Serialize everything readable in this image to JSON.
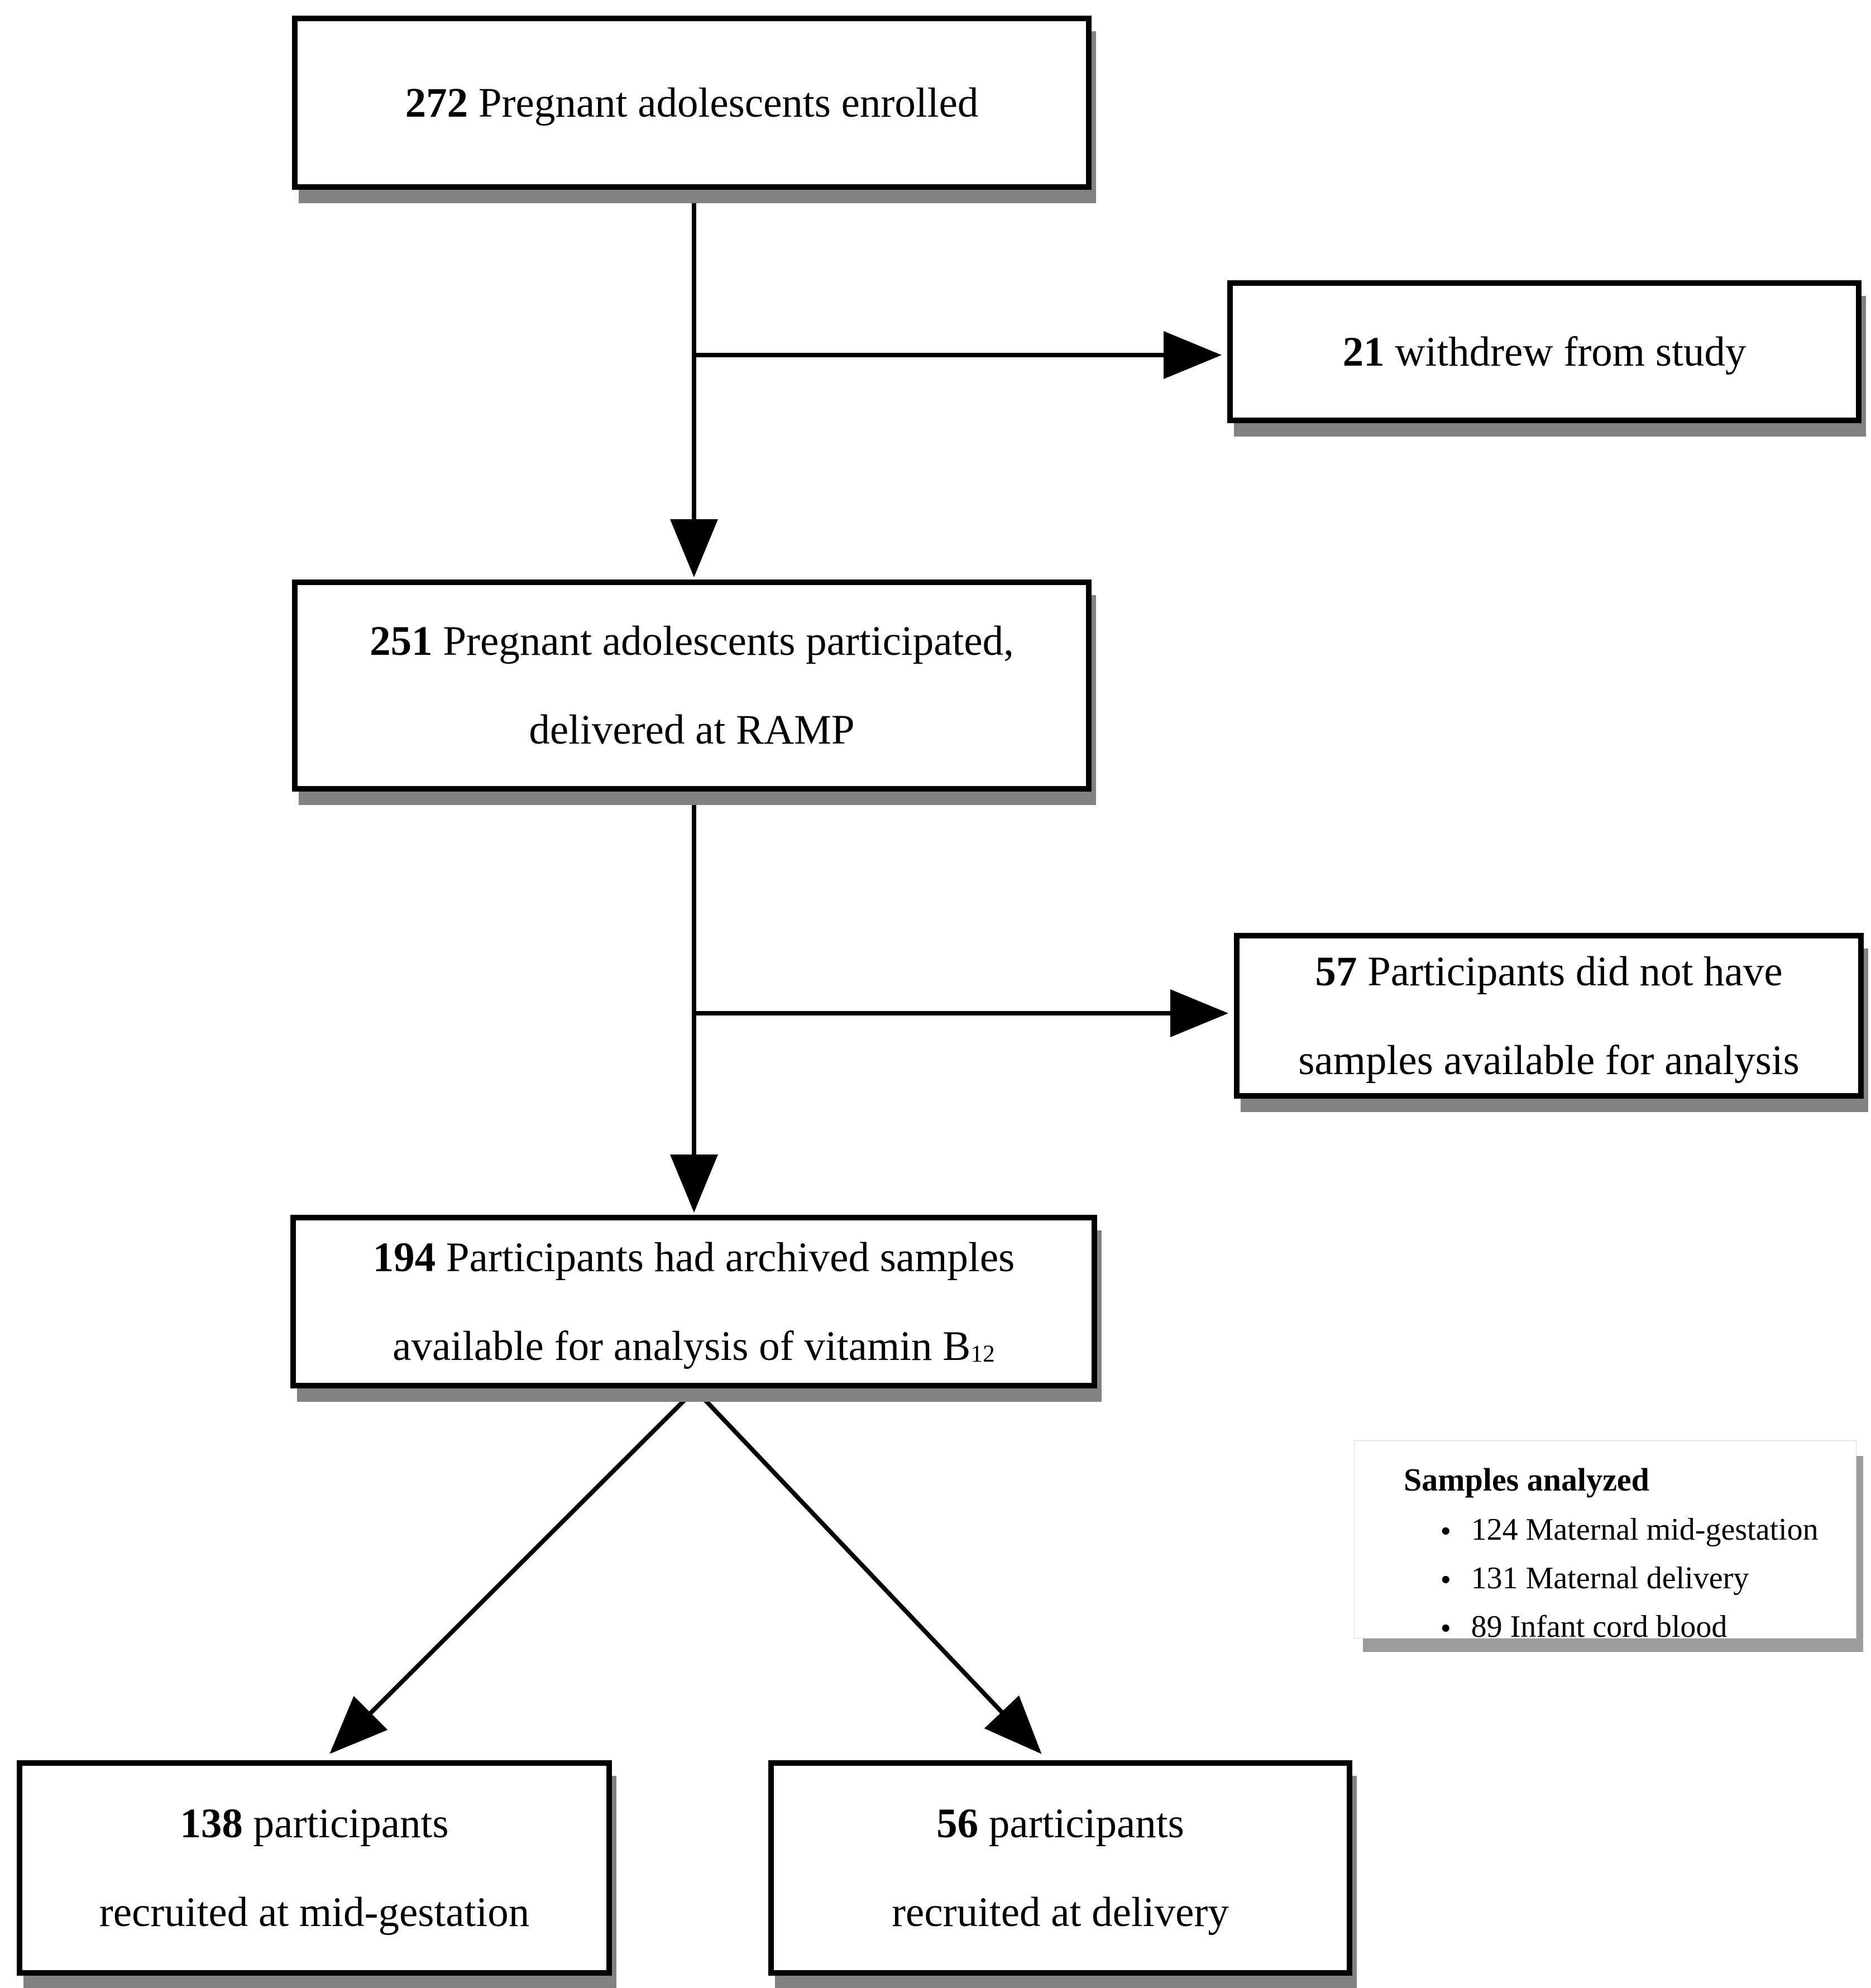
{
  "colors": {
    "background": "#ffffff",
    "box_border": "#000000",
    "line": "#000000",
    "shadow": "#828282"
  },
  "boxes": {
    "enrolled": {
      "number": "272",
      "text": "Pregnant adolescents enrolled"
    },
    "withdrew": {
      "number": "21",
      "text": "withdrew from study"
    },
    "participated": {
      "number": "251",
      "text": "Pregnant adolescents participated,",
      "line2": "delivered at RAMP"
    },
    "no_samples": {
      "number": "57",
      "text": "Participants did not have",
      "line2": "samples available for analysis"
    },
    "archived": {
      "number": "194",
      "text": "Participants had archived samples",
      "line2": "available for analysis of vitamin B",
      "sub": "12"
    },
    "mid_gestation": {
      "number": "138",
      "text": "participants",
      "line2": "recruited at mid-gestation"
    },
    "delivery": {
      "number": "56",
      "text": "participants",
      "line2": "recruited at delivery"
    }
  },
  "samples_note": {
    "title": "Samples analyzed",
    "bullet_icon": "●",
    "bullets": [
      "124 Maternal mid-gestation",
      "131 Maternal delivery",
      "89 Infant cord blood"
    ]
  }
}
